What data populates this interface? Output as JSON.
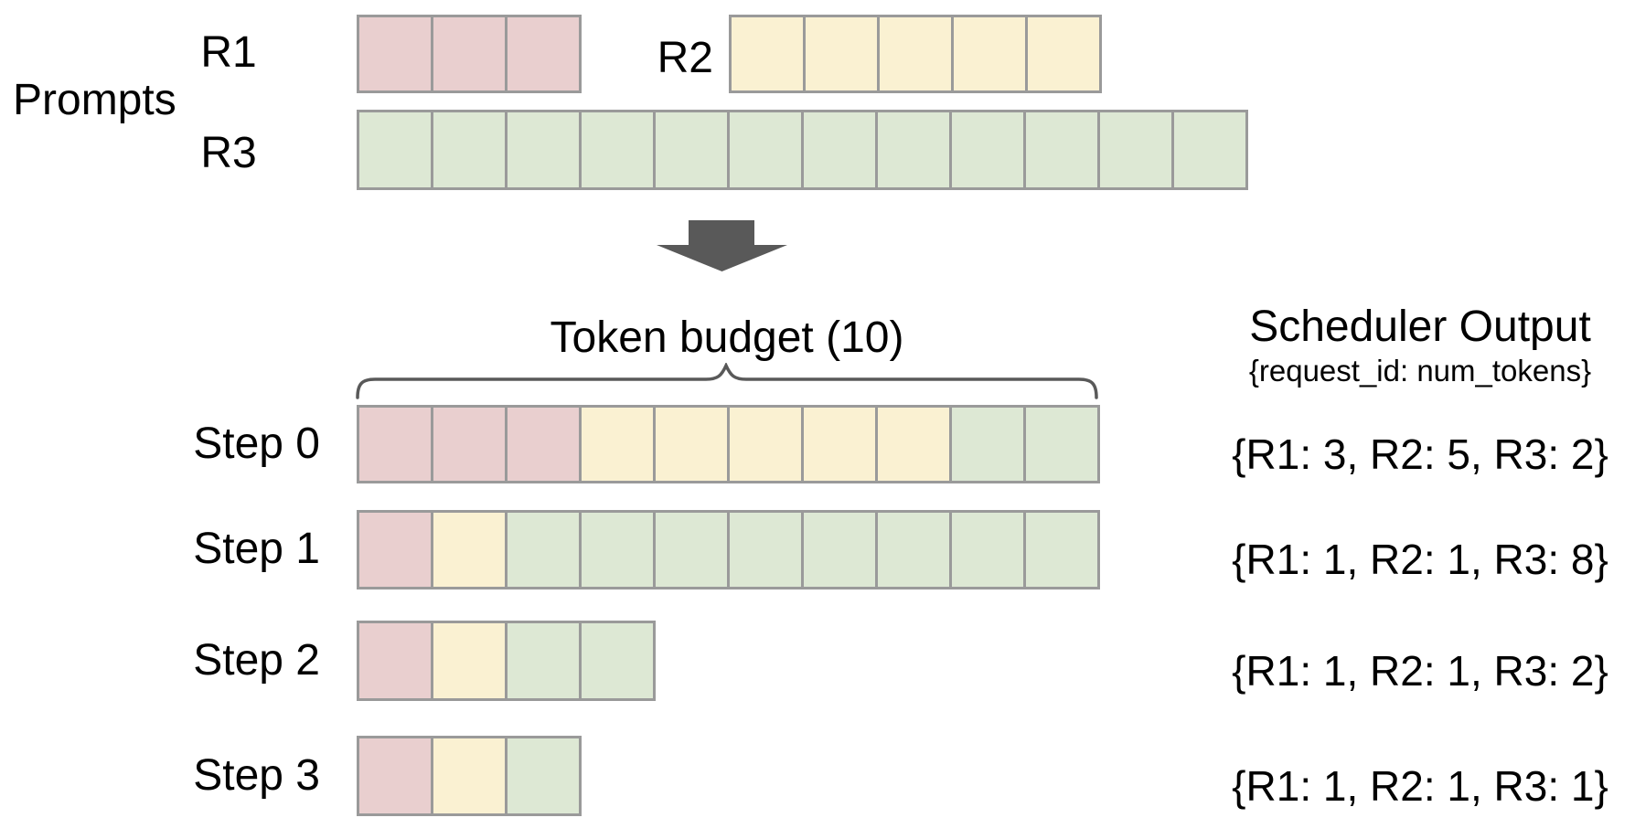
{
  "colors": {
    "r1": "#e9cfcf",
    "r2": "#faf1d2",
    "r3": "#dde8d4",
    "border": "#9a9a9a",
    "arrow": "#595959",
    "brace": "#595959"
  },
  "prompts": {
    "section_label": "Prompts",
    "requests": [
      {
        "id": "R1",
        "num_tokens": 3,
        "color": "r1",
        "segments": [
          {
            "c": "r1",
            "n": 3
          }
        ]
      },
      {
        "id": "R2",
        "num_tokens": 5,
        "color": "r2",
        "segments": [
          {
            "c": "r2",
            "n": 5
          }
        ]
      },
      {
        "id": "R3",
        "num_tokens": 12,
        "color": "r3",
        "segments": [
          {
            "c": "r3",
            "n": 12
          }
        ]
      }
    ]
  },
  "token_budget": {
    "label": "Token budget (10)",
    "value": 10
  },
  "scheduler_output": {
    "title": "Scheduler Output",
    "subtitle": "{request_id: num_tokens}"
  },
  "steps": [
    {
      "label": "Step 0",
      "segments": [
        {
          "c": "r1",
          "n": 3
        },
        {
          "c": "r2",
          "n": 5
        },
        {
          "c": "r3",
          "n": 2
        }
      ],
      "output": "{R1: 3, R2: 5, R3: 2}"
    },
    {
      "label": "Step 1",
      "segments": [
        {
          "c": "r1",
          "n": 1
        },
        {
          "c": "r2",
          "n": 1
        },
        {
          "c": "r3",
          "n": 8
        }
      ],
      "output": "{R1: 1, R2: 1, R3: 8}"
    },
    {
      "label": "Step 2",
      "segments": [
        {
          "c": "r1",
          "n": 1
        },
        {
          "c": "r2",
          "n": 1
        },
        {
          "c": "r3",
          "n": 2
        }
      ],
      "output": "{R1: 1, R2: 1, R3: 2}"
    },
    {
      "label": "Step 3",
      "segments": [
        {
          "c": "r1",
          "n": 1
        },
        {
          "c": "r2",
          "n": 1
        },
        {
          "c": "r3",
          "n": 1
        }
      ],
      "output": "{R1: 1, R2: 1, R3: 1}"
    }
  ]
}
